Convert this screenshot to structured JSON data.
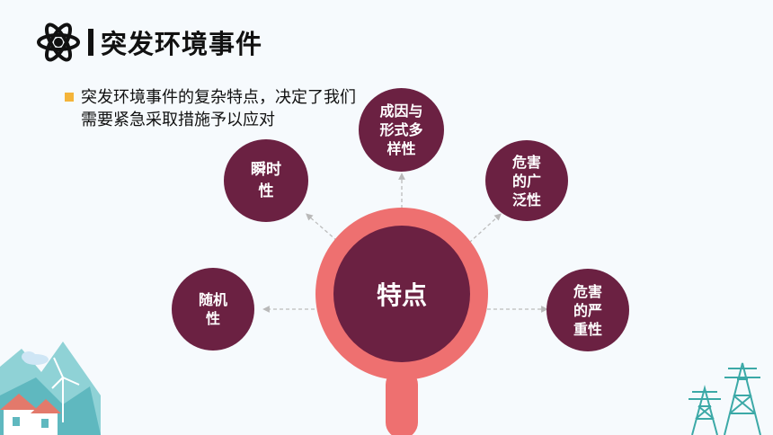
{
  "header": {
    "title": "突发环境事件"
  },
  "bullet": {
    "text": "突发环境事件的复杂特点，决定了我们需要紧急采取措施予以应对"
  },
  "center": {
    "label": "特点"
  },
  "features": [
    {
      "label": "瞬时性"
    },
    {
      "label": "成因与形式多样性"
    },
    {
      "label": "危害的广泛性"
    },
    {
      "label": "随机性"
    },
    {
      "label": "危害的严重性"
    }
  ],
  "colors": {
    "node": "#6b2142",
    "ring": "#ee7070",
    "bullet": "#f4b43a",
    "background": "#f6fafd"
  },
  "icons": [
    "atom-icon",
    "house-icon",
    "wind-turbine-icon",
    "power-tower-icon"
  ]
}
